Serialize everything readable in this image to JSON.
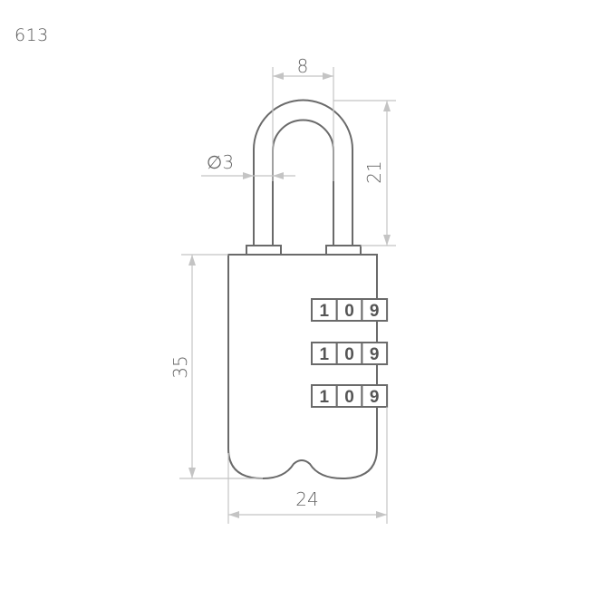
{
  "model_number": "613",
  "dimensions": {
    "shackle_width": "8",
    "shackle_diameter": "∅3",
    "shackle_height": "21",
    "body_height": "35",
    "body_width": "24"
  },
  "combination_wheels": [
    [
      "1",
      "0",
      "9"
    ],
    [
      "1",
      "0",
      "9"
    ],
    [
      "1",
      "0",
      "9"
    ]
  ]
}
